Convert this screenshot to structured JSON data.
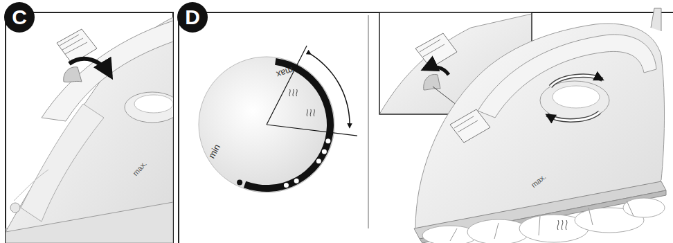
{
  "diagram": {
    "nodes": [
      {
        "text": [
          "C"
        ]
      },
      {
        "text": [
          "D"
        ]
      },
      {
        "text": [
          "max",
          "min"
        ]
      }
    ],
    "labels": [
      "max.",
      "max."
    ]
  }
}
